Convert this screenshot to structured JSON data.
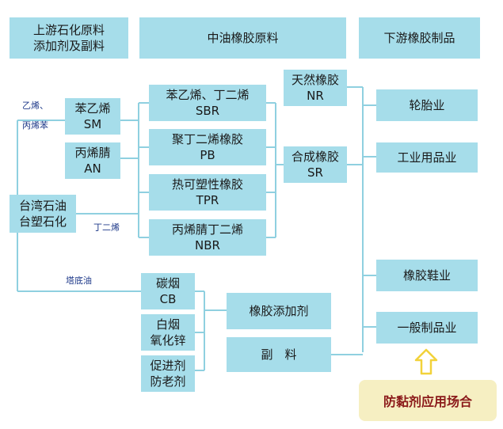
{
  "headers": {
    "upstream": [
      "上游石化原料",
      "添加剂及副料"
    ],
    "midstream": "中油橡胶原料",
    "downstream": "下游橡胶制品"
  },
  "upstream": {
    "sm": [
      "苯乙烯",
      "SM"
    ],
    "an": [
      "丙烯腈",
      "AN"
    ],
    "supplier": [
      "台湾石油",
      "台塑石化"
    ],
    "cb": [
      "碳烟",
      "CB"
    ],
    "zno": [
      "白烟",
      "氧化锌"
    ],
    "accel": [
      "促进剂",
      "防老剂"
    ]
  },
  "labels": {
    "ethylene_propylene": "乙烯、",
    "propylene_benzene": "丙烯苯",
    "butadiene": "丁二烯",
    "tower_oil": "塔底油"
  },
  "products": {
    "sbr": [
      "苯乙烯、丁二烯",
      "SBR"
    ],
    "pb": [
      "聚丁二烯橡胶",
      "PB"
    ],
    "tpr": [
      "热可塑性橡胶",
      "TPR"
    ],
    "nbr": [
      "丙烯腈丁二烯",
      "NBR"
    ],
    "nr": [
      "天然橡胶",
      "NR"
    ],
    "sr": [
      "合成橡胶",
      "SR"
    ],
    "additive": "橡胶添加剂",
    "auxiliary": "副　料"
  },
  "downstream": {
    "tire": "轮胎业",
    "industrial": "工业用品业",
    "shoe": "橡胶鞋业",
    "general": "一般制品业"
  },
  "application": "防黏剂应用场合",
  "colors": {
    "box_fill": "#a6ddea",
    "line": "#8fd0e0",
    "app_fill": "#f6efc2",
    "app_text": "#8b1a1a",
    "arrow": "#f2d23a"
  }
}
